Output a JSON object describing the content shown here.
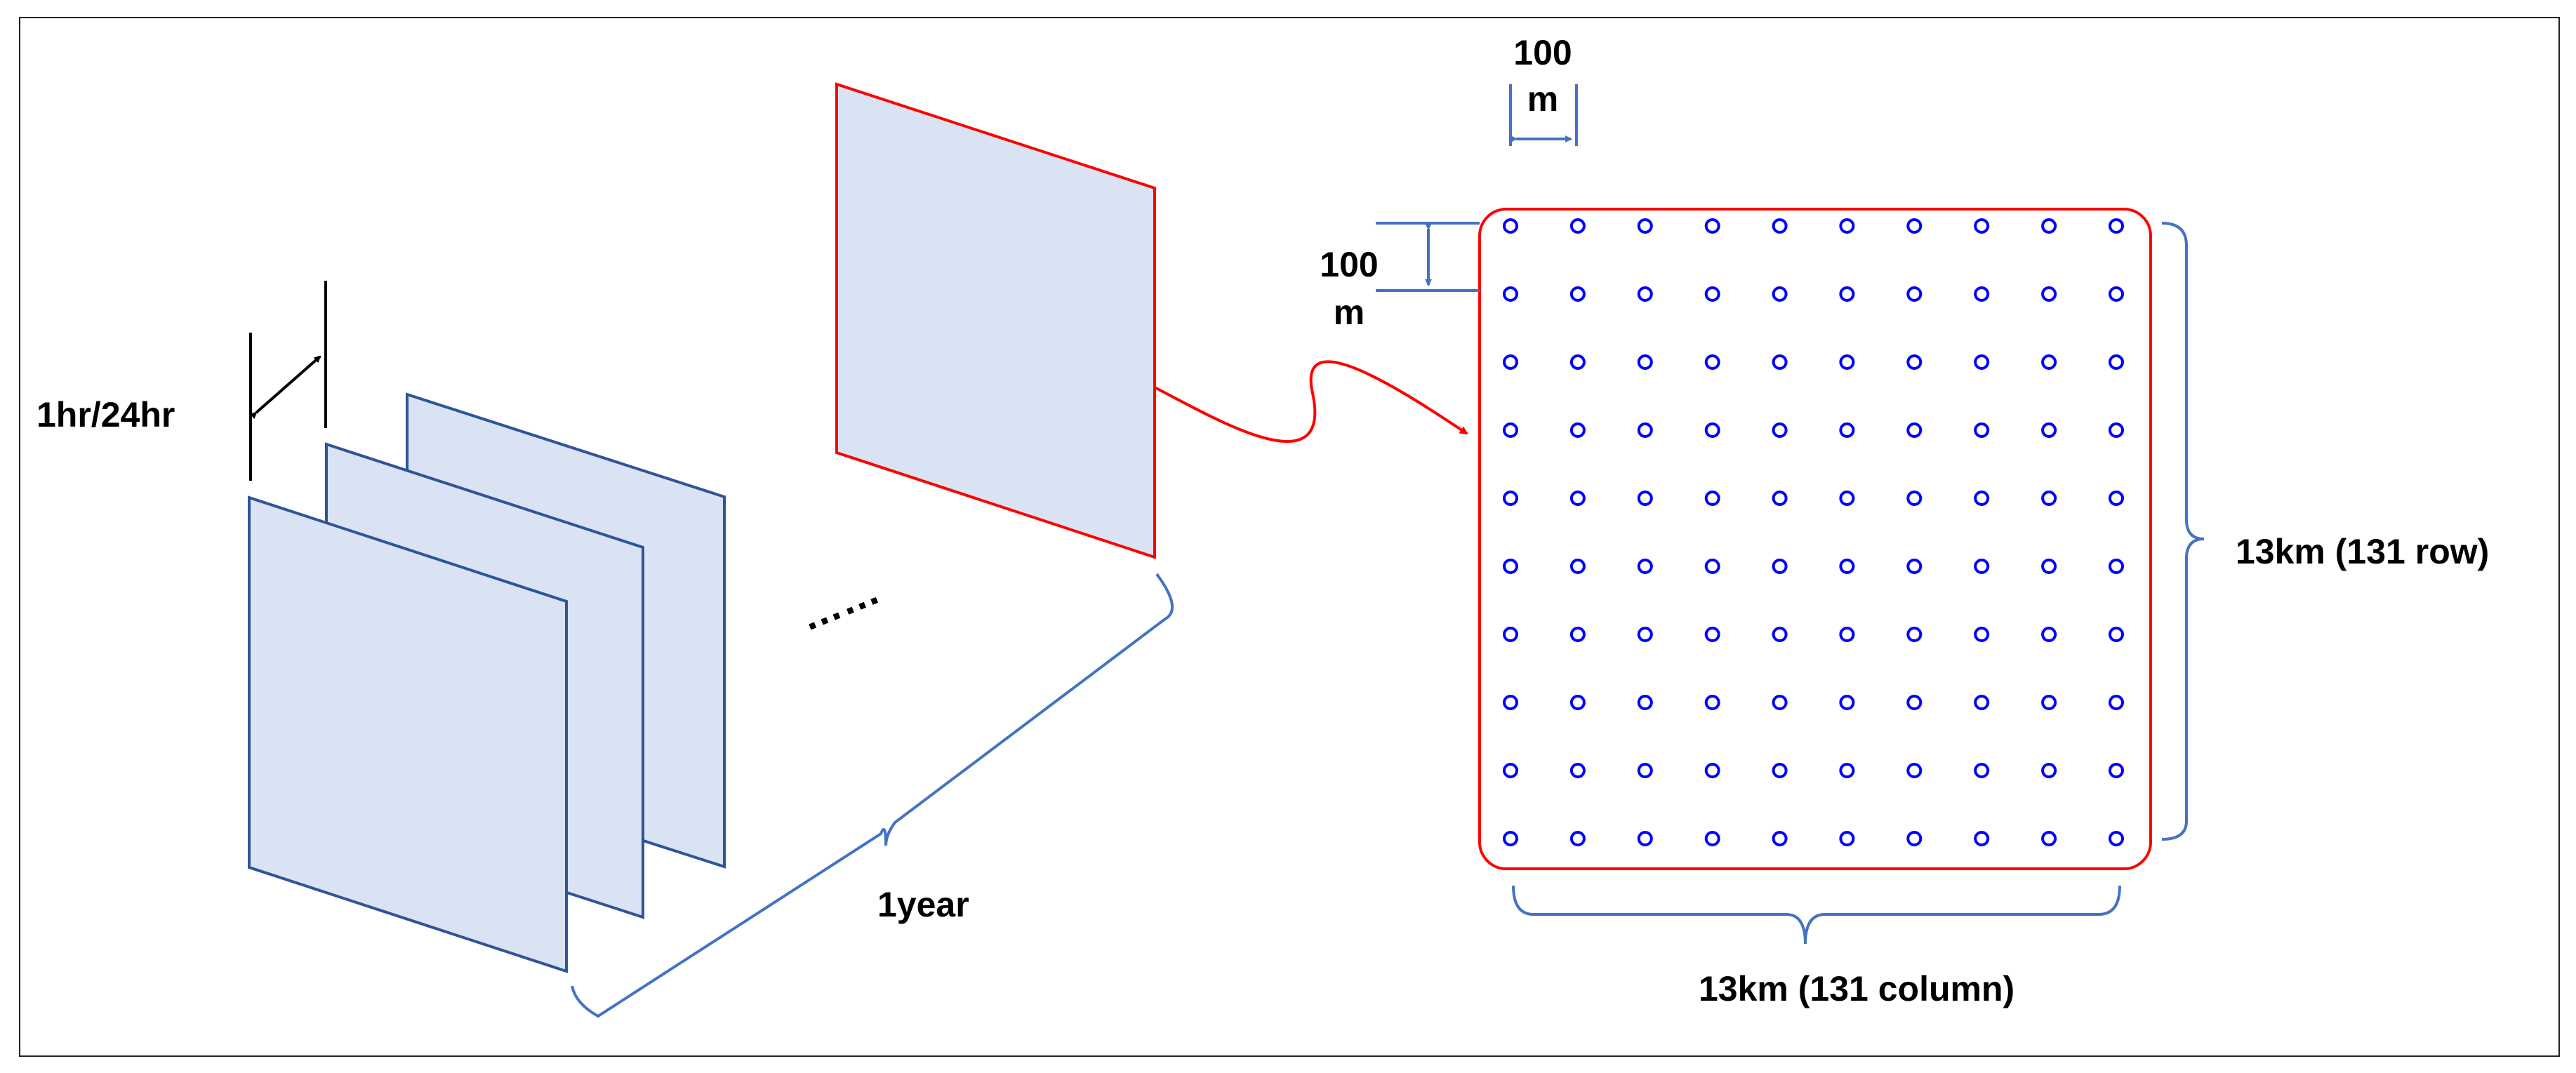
{
  "labels": {
    "time_step": "1hr/24hr",
    "period": "1year",
    "ellipsis": "……",
    "col_spacing_value": "100",
    "col_spacing_unit": "m",
    "row_spacing_value": "100",
    "row_spacing_unit": "m",
    "rows": "13km (131 row)",
    "columns": "13km (131 column)"
  },
  "grid": {
    "rows_shown": 10,
    "cols_shown": 10
  },
  "colors": {
    "frame": "#2F5597",
    "frame_fill": "#DAE3F3",
    "highlight": "#FF0000",
    "bracket": "#4472C4",
    "point": "#0000FF",
    "text": "#000000"
  }
}
